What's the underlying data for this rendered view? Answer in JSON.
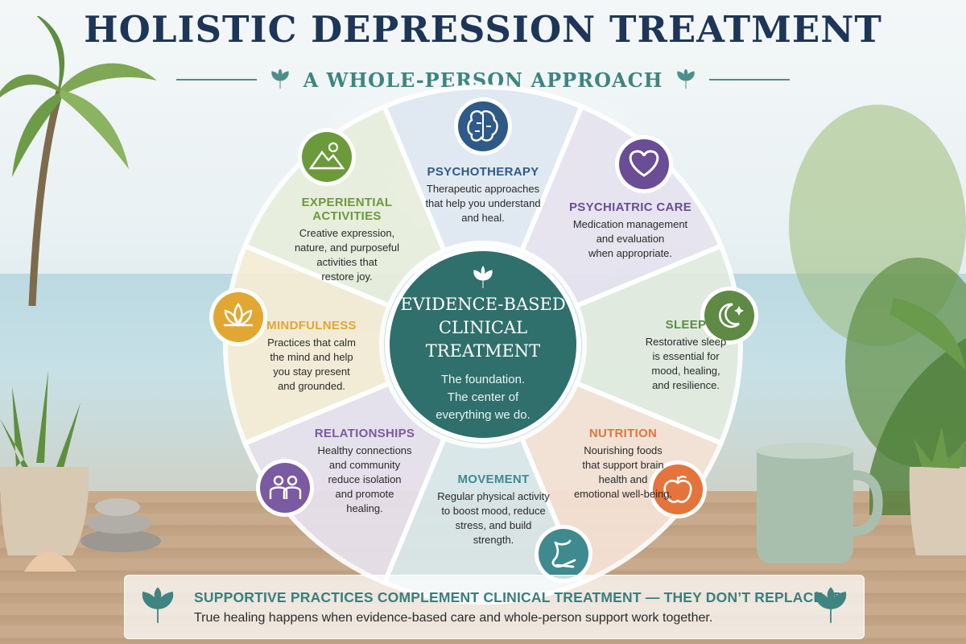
{
  "header": {
    "title": "HOLISTIC DEPRESSION TREATMENT",
    "subtitle": "A WHOLE-PERSON APPROACH"
  },
  "center": {
    "title_lines": [
      "EVIDENCE-BASED",
      "CLINICAL",
      "TREATMENT"
    ],
    "subtitle_lines": [
      "The foundation.",
      "The center of",
      "everything we do."
    ],
    "icon": "sprout-icon",
    "color": "#2f6f6c"
  },
  "segments": [
    {
      "id": "psychotherapy",
      "title_lines": [
        "PSYCHOTHERAPY"
      ],
      "desc_lines": [
        "Therapeutic approaches",
        "that help you understand",
        "and heal."
      ],
      "icon": "brain-icon",
      "color": "#2f5a87"
    },
    {
      "id": "psychiatric-care",
      "title_lines": [
        "PSYCHIATRIC CARE"
      ],
      "desc_lines": [
        "Medication management",
        "and evaluation",
        "when appropriate."
      ],
      "icon": "heart-icon",
      "color": "#6a4d94"
    },
    {
      "id": "sleep",
      "title_lines": [
        "SLEEP"
      ],
      "desc_lines": [
        "Restorative sleep",
        "is essential for",
        "mood, healing,",
        "and resilience."
      ],
      "icon": "moon-stars-icon",
      "color": "#5f8a45"
    },
    {
      "id": "nutrition",
      "title_lines": [
        "NUTRITION"
      ],
      "desc_lines": [
        "Nourishing foods",
        "that support brain",
        "health and",
        "emotional well-being."
      ],
      "icon": "apple-icon",
      "color": "#e4743c"
    },
    {
      "id": "movement",
      "title_lines": [
        "MOVEMENT"
      ],
      "desc_lines": [
        "Regular physical activity",
        "to boost mood, reduce",
        "stress, and build",
        "strength."
      ],
      "icon": "yoga-pose-icon",
      "color": "#3e8a8f"
    },
    {
      "id": "relationships",
      "title_lines": [
        "RELATIONSHIPS"
      ],
      "desc_lines": [
        "Healthy connections",
        "and community",
        "reduce isolation",
        "and promote",
        "healing."
      ],
      "icon": "people-icon",
      "color": "#7a5aa0"
    },
    {
      "id": "mindfulness",
      "title_lines": [
        "MINDFULNESS"
      ],
      "desc_lines": [
        "Practices that calm",
        "the mind and help",
        "you stay present",
        "and grounded."
      ],
      "icon": "lotus-icon",
      "color": "#e2a632"
    },
    {
      "id": "experiential-activities",
      "title_lines": [
        "EXPERIENTIAL",
        "ACTIVITIES"
      ],
      "desc_lines": [
        "Creative expression,",
        "nature, and purposeful",
        "activities that",
        "restore joy."
      ],
      "icon": "mountain-sun-icon",
      "color": "#6b9a3b"
    }
  ],
  "banner": {
    "title": "SUPPORTIVE PRACTICES COMPLEMENT CLINICAL TREATMENT — THEY DON’T REPLACE IT.",
    "subtitle": "True healing happens when evidence-based care and whole-person support work together."
  }
}
